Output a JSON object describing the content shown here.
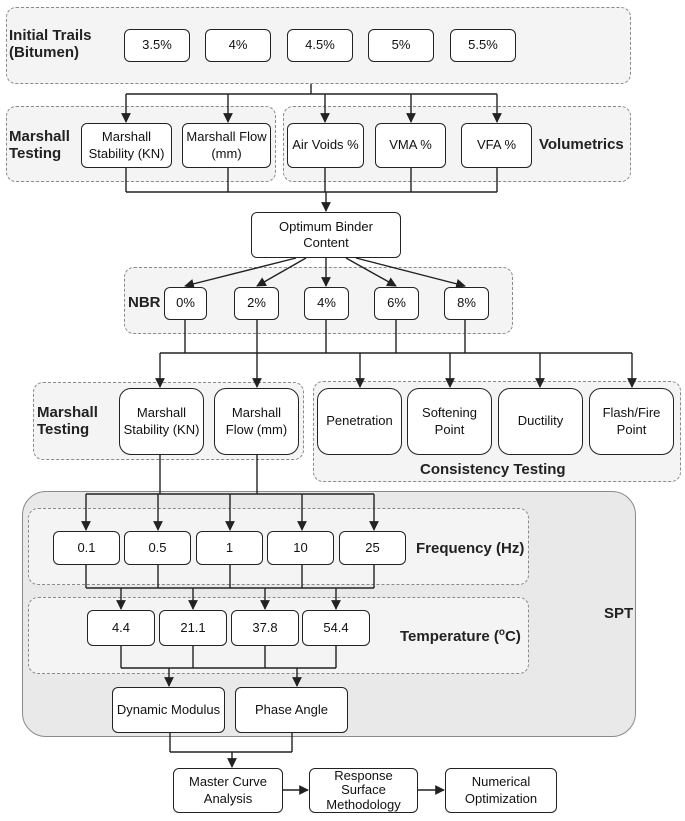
{
  "groups": {
    "initial_trails": "Initial Trails\n(Bitumen)",
    "marshall_testing_top": "Marshall\nTesting",
    "volumetrics": "Volumetrics",
    "nbr": "NBR",
    "marshall_testing_mid": "Marshall\nTesting",
    "consistency_testing": "Consistency Testing",
    "frequency": "Frequency (Hz)",
    "temperature_prefix": "Temperature (",
    "temperature_sup": "o",
    "temperature_suffix": "C)",
    "spt": "SPT"
  },
  "bitumen": [
    "3.5%",
    "4%",
    "4.5%",
    "5%",
    "5.5%"
  ],
  "marshall_top": [
    "Marshall\nStability (KN)",
    "Marshall Flow\n(mm)"
  ],
  "volumetric_items": [
    "Air Voids %",
    "VMA %",
    "VFA %"
  ],
  "optimum_binder": "Optimum Binder\nContent",
  "nbr_values": [
    "0%",
    "2%",
    "4%",
    "6%",
    "8%"
  ],
  "marshall_mid": [
    "Marshall\nStability (KN)",
    "Marshall\nFlow (mm)"
  ],
  "consistency_items": [
    "Penetration",
    "Softening\nPoint",
    "Ductility",
    "Flash/Fire\nPoint"
  ],
  "frequencies": [
    "0.1",
    "0.5",
    "1",
    "10",
    "25"
  ],
  "temperatures": [
    "4.4",
    "21.1",
    "37.8",
    "54.4"
  ],
  "spt_outputs": [
    "Dynamic Modulus",
    "Phase Angle"
  ],
  "final_steps": [
    "Master Curve\nAnalysis",
    "Response\nSurface\nMethodology",
    "Numerical\nOptimization"
  ]
}
